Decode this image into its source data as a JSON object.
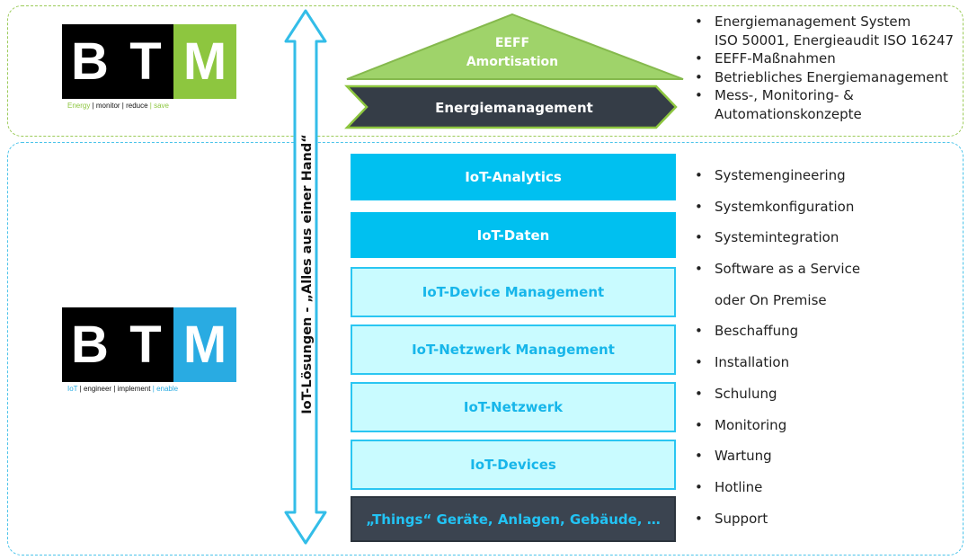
{
  "logo_top": {
    "letters": [
      "B",
      "T",
      "M"
    ],
    "tagline_parts": [
      "Energy",
      " | ",
      "monitor",
      " | ",
      "reduce",
      " | ",
      "save"
    ],
    "accent_color": "#8dc63f"
  },
  "logo_bottom": {
    "letters": [
      "B",
      "T",
      "M"
    ],
    "tagline_parts": [
      "IoT",
      " | ",
      "engineer",
      " | ",
      "implement",
      " | ",
      "enable"
    ],
    "accent_color": "#29abe2"
  },
  "arrow_label": "IoT-Lösungen - „Alles aus einer Hand“",
  "top_stack": {
    "triangle_line1": "EEFF",
    "triangle_line2": "Amortisation",
    "band": "Energiemanagement"
  },
  "layers": [
    {
      "label": "IoT-Analytics",
      "style": "solid"
    },
    {
      "label": "IoT-Daten",
      "style": "solid"
    },
    {
      "label": "IoT-Device Management",
      "style": "light"
    },
    {
      "label": "IoT-Netzwerk Management",
      "style": "light"
    },
    {
      "label": "IoT-Netzwerk",
      "style": "light"
    },
    {
      "label": "IoT-Devices",
      "style": "light"
    },
    {
      "label": "„Things“ Geräte, Anlagen, Gebäude, …",
      "style": "dark"
    }
  ],
  "bullets_top": [
    "Energiemanagement System",
    "ISO 50001, Energieaudit ISO 16247",
    "EEFF-Maßnahmen",
    "Betriebliches Energiemanagement",
    "Mess-, Monitoring- &",
    "Automationskonzepte"
  ],
  "bullets_bottom": [
    "Systemengineering",
    "Systemkonfiguration",
    "Systemintegration",
    "Software as a Service",
    "oder On Premise",
    "Beschaffung",
    "Installation",
    "Schulung",
    "Monitoring",
    "Wartung",
    "Hotline",
    "Support"
  ]
}
